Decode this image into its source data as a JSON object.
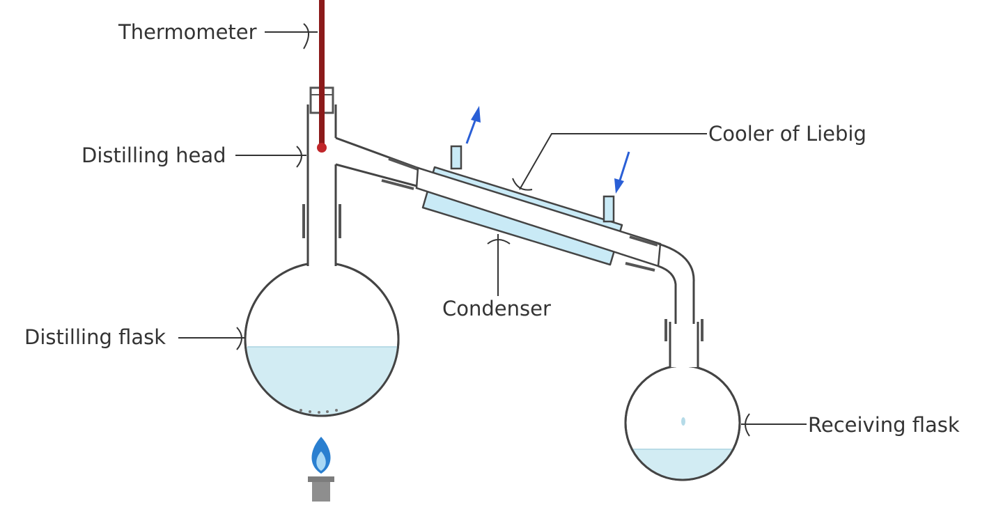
{
  "labels": {
    "thermometer": "Thermometer",
    "distilling_head": "Distilling head",
    "distilling_flask": "Distilling flask",
    "cooler": "Cooler of Liebig",
    "condenser": "Condenser",
    "receiving_flask": "Receiving flask"
  },
  "colors": {
    "glass_outline": "#444444",
    "liquid": "#d2ecf3",
    "cooling_jacket": "#c9eaf6",
    "thermometer": "#8b1a1a",
    "water_arrow": "#2a5fd6",
    "flame_outer": "#2a7fd0",
    "flame_inner": "#a9d8f5",
    "burner": "#888888",
    "label_line": "#333333"
  },
  "icons": [
    "thermometer-icon",
    "flame-icon",
    "water-out-arrow-icon",
    "water-in-arrow-icon"
  ]
}
